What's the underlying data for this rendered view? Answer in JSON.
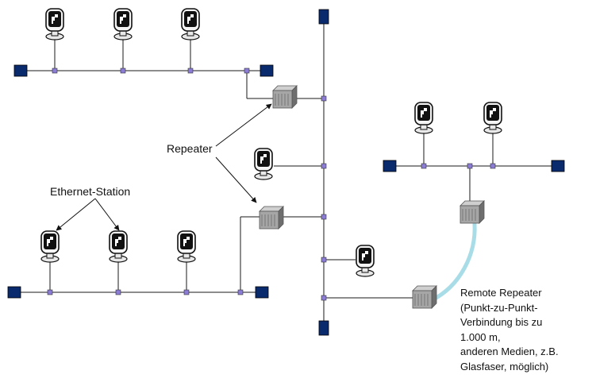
{
  "labels": {
    "repeater": "Repeater",
    "ethernet_station": "Ethernet-Station",
    "remote_repeater_lines": [
      "Remote Repeater",
      "(Punkt-zu-Punkt-",
      "Verbindung bis zu",
      "1.000 m,",
      "anderen Medien, z.B.",
      "Glasfaser, möglich)"
    ]
  },
  "colors": {
    "terminator": "#0a2a6e",
    "tap": "#8c7cd6",
    "cable": "#1a1a1a",
    "fiber": "#a8dde8",
    "repeater_body": "#9a9a9a"
  }
}
